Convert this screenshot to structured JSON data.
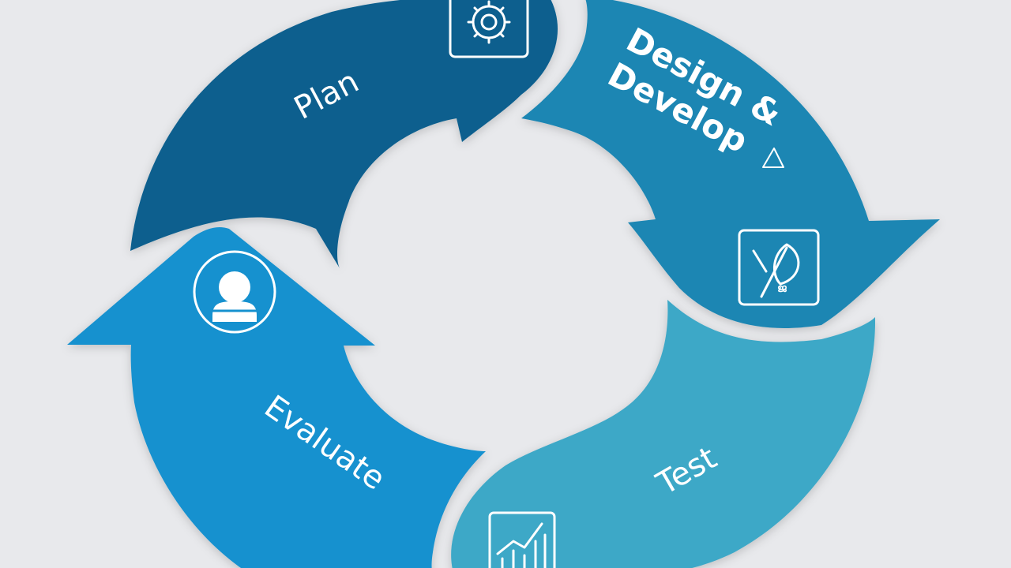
{
  "diagram": {
    "stages": [
      {
        "id": "plan",
        "label": "Plan",
        "color": "#085f8e",
        "icon": "gear-icon"
      },
      {
        "id": "design",
        "label_lines": [
          "Design &",
          "Develop"
        ],
        "color": "#1a86b3",
        "icon": "leaf-icon",
        "icon_caption": "ജ"
      },
      {
        "id": "test",
        "label": "Test",
        "color": "#3ea8c7",
        "icon": "bar-chart-icon"
      },
      {
        "id": "evaluate",
        "label": "Evaluate",
        "color": "#1691cf",
        "icon": "user-icon"
      }
    ],
    "colors": {
      "background": "#e8e9ec",
      "plan": "#085f8e",
      "design": "#1a86b3",
      "test": "#3ea8c7",
      "evaluate": "#1691cf"
    }
  }
}
